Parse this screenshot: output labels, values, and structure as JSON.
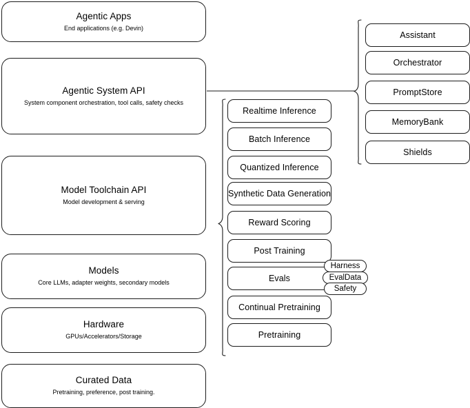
{
  "diagram": {
    "title": "Agentic AI stack layers",
    "stroke_color": "#1a1a1a",
    "background_color": "#ffffff"
  },
  "layers": [
    {
      "name": "agentic-apps",
      "title": "Agentic Apps",
      "subtitle": "End applications (e.g. Devin)"
    },
    {
      "name": "agentic-system-api",
      "title": "Agentic System API",
      "subtitle": "System component orchestration, tool calls, safety checks"
    },
    {
      "name": "model-toolchain-api",
      "title": "Model Toolchain API",
      "subtitle": "Model development & serving"
    },
    {
      "name": "models",
      "title": "Models",
      "subtitle": "Core LLMs, adapter weights, secondary models"
    },
    {
      "name": "hardware",
      "title": "Hardware",
      "subtitle": "GPUs/Accelerators/Storage"
    },
    {
      "name": "curated-data",
      "title": "Curated Data",
      "subtitle": "Pretraining, preference, post training."
    }
  ],
  "toolchain_components": [
    {
      "name": "realtime-inference",
      "label": "Realtime Inference"
    },
    {
      "name": "batch-inference",
      "label": "Batch Inference"
    },
    {
      "name": "quantized-inference",
      "label": "Quantized Inference"
    },
    {
      "name": "synthetic-data-generation",
      "label": "Synthetic Data Generation"
    },
    {
      "name": "reward-scoring",
      "label": "Reward Scoring"
    },
    {
      "name": "post-training",
      "label": "Post Training"
    },
    {
      "name": "evals",
      "label": "Evals"
    },
    {
      "name": "continual-pretraining",
      "label": "Continual Pretraining"
    },
    {
      "name": "pretraining",
      "label": "Pretraining"
    }
  ],
  "evals_subcomponents": [
    {
      "name": "harness",
      "label": "Harness"
    },
    {
      "name": "evaldata",
      "label": "EvalData"
    },
    {
      "name": "safety",
      "label": "Safety"
    }
  ],
  "system_components": [
    {
      "name": "assistant",
      "label": "Assistant"
    },
    {
      "name": "orchestrator",
      "label": "Orchestrator"
    },
    {
      "name": "promptstore",
      "label": "PromptStore"
    },
    {
      "name": "memorybank",
      "label": "MemoryBank"
    },
    {
      "name": "shields",
      "label": "Shields"
    }
  ]
}
